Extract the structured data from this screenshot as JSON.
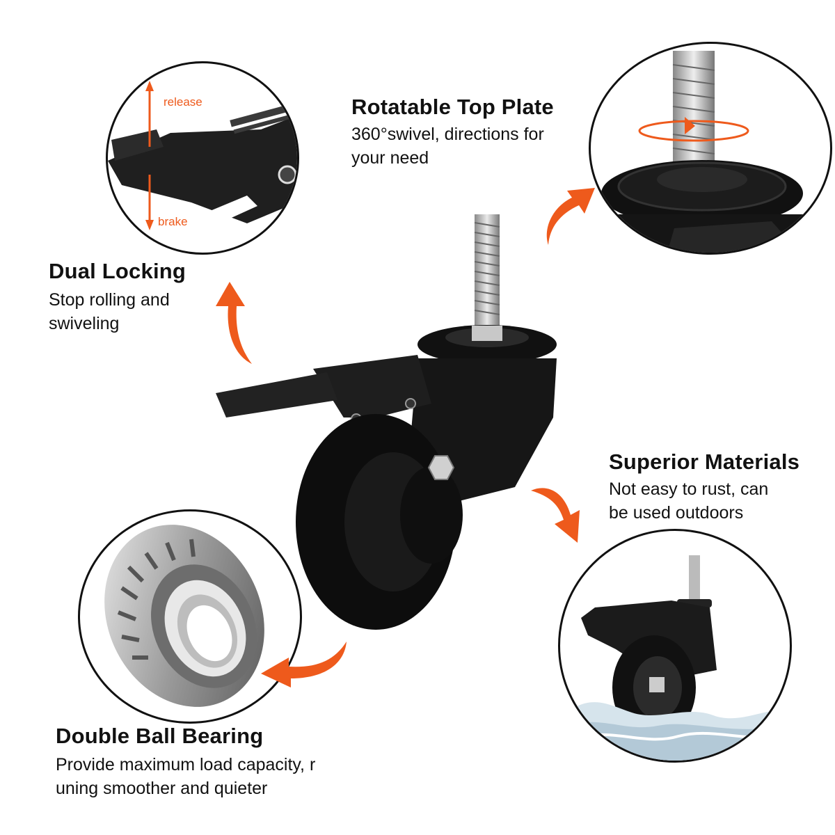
{
  "accent_color": "#ee5a1c",
  "features": {
    "dual_locking": {
      "title": "Dual Locking",
      "desc_line1": "Stop rolling and",
      "desc_line2": "swiveling",
      "callout_up": "release",
      "callout_down": "brake"
    },
    "rotatable_top_plate": {
      "title": "Rotatable Top Plate",
      "desc_line1": "360°swivel, directions for",
      "desc_line2": "your need"
    },
    "superior_materials": {
      "title": "Superior Materials",
      "desc_line1": "Not easy to rust, can",
      "desc_line2": "be used outdoors"
    },
    "double_ball_bearing": {
      "title": "Double Ball Bearing",
      "desc_line1": "Provide maximum load capacity, r",
      "desc_line2": "uning smoother and quieter"
    }
  },
  "icons": {
    "center": "caster-wheel-product-image",
    "brake": "brake-pedal-closeup",
    "stem": "threaded-stem-closeup",
    "outdoor": "caster-in-water-closeup",
    "bearing": "ball-bearing-closeup"
  }
}
